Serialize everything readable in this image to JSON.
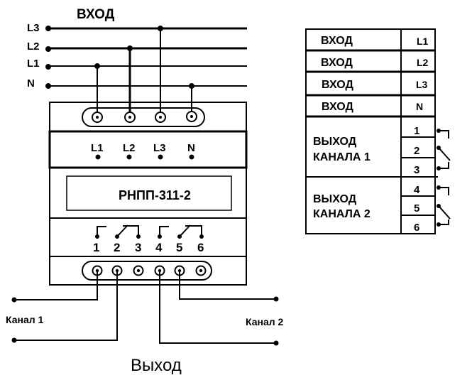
{
  "diagram": {
    "input_title": "ВХОД",
    "input_lines": [
      "L3",
      "L2",
      "L1",
      "N"
    ],
    "device_terminal_labels": [
      "L1",
      "L2",
      "L3",
      "N"
    ],
    "device_model": "РНПП-311-2",
    "output_terminal_numbers": [
      "1",
      "2",
      "3",
      "4",
      "5",
      "6"
    ],
    "channel1_label": "Канал 1",
    "channel2_label": "Канал 2",
    "output_title": "Выход"
  },
  "table": {
    "input_rows": [
      {
        "label": "ВХОД",
        "value": "L1"
      },
      {
        "label": "ВХОД",
        "value": "L2"
      },
      {
        "label": "ВХОД",
        "value": "L3"
      },
      {
        "label": "ВХОД",
        "value": "N"
      }
    ],
    "output_groups": [
      {
        "label_line1": "ВЫХОД",
        "label_line2": "КАНАЛА 1",
        "pins": [
          "1",
          "2",
          "3"
        ]
      },
      {
        "label_line1": "ВЫХОД",
        "label_line2": "КАНАЛА 2",
        "pins": [
          "4",
          "5",
          "6"
        ]
      }
    ]
  }
}
